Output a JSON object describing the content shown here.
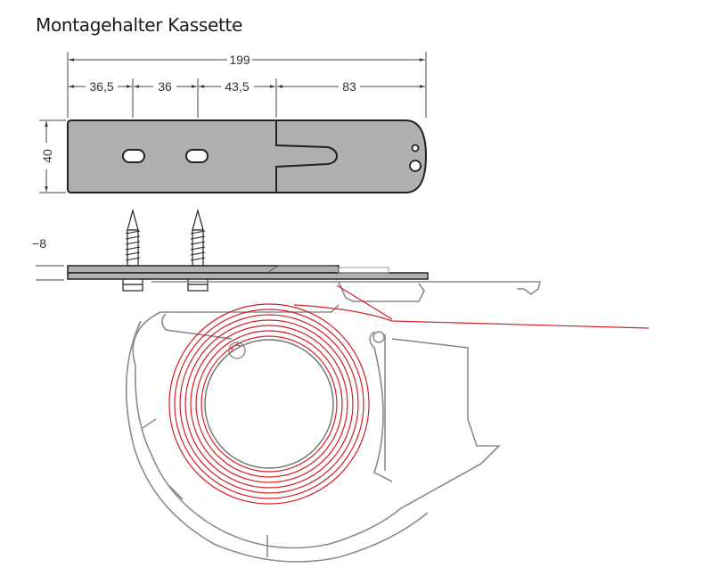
{
  "title": "Montagehalter Kassette",
  "dimensions": {
    "total_width": "199",
    "seg1": "36,5",
    "seg2": "36",
    "seg3": "43,5",
    "seg4": "83",
    "height": "40",
    "thickness": "8"
  },
  "colors": {
    "plate_fill": "#b0b0b0",
    "outline": "#222222",
    "profile": "#8a8a8a",
    "fabric": "#d21f26"
  }
}
